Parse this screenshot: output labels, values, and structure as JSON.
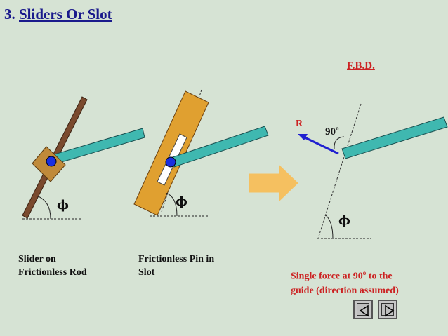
{
  "title": {
    "number": "3.",
    "text": "Sliders Or Slot"
  },
  "fbd_label": "F.B.D.",
  "captions": {
    "slider_line1": "Slider on",
    "slider_line2": "Frictionless Rod",
    "pin_line1": "Frictionless Pin in",
    "pin_line2": "Slot",
    "force_line1_pre": "Single force at 90",
    "force_line1_sup": "o",
    "force_line1_post": " to the",
    "force_line2": "guide (direction assumed)"
  },
  "labels": {
    "phi": "ϕ",
    "reaction": "R",
    "angle_90": "90",
    "angle_sup": "o"
  },
  "colors": {
    "background": "#d6e3d4",
    "rod": "#7a4a2e",
    "arm": "#3fb8b0",
    "slider_block": "#c08a3a",
    "slot_bar": "#e0a030",
    "pin": "#1a2fe0",
    "arrow": "#f5c060",
    "reaction_arrow": "#2020d0",
    "title": "#1a1a8c",
    "accent_red": "#cc2222"
  },
  "nav": {
    "prev": "previous-slide",
    "next": "next-slide"
  }
}
